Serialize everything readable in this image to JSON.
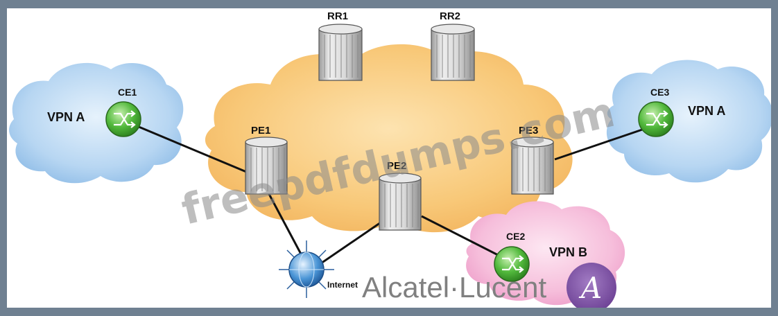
{
  "diagram": {
    "nodes": {
      "rr1": "RR1",
      "rr2": "RR2",
      "pe1": "PE1",
      "pe2": "PE2",
      "pe3": "PE3",
      "ce1": "CE1",
      "ce2": "CE2",
      "ce3": "CE3",
      "internet": "Internet"
    },
    "clouds": {
      "vpn_a_left": "VPN A",
      "vpn_a_right": "VPN A",
      "vpn_b": "VPN B"
    },
    "watermark": "freepdfdumps.com",
    "brand": {
      "name": "Alcatel·Lucent",
      "logo_glyph": "A"
    },
    "colors": {
      "frame": "#6f8091",
      "provider_cloud": "#f8c878",
      "vpn_a_cloud": "#a9cdee",
      "vpn_b_cloud": "#f4b6d6",
      "ce_router": "#3fae2f",
      "brand_purple": "#7b4fa0"
    }
  }
}
